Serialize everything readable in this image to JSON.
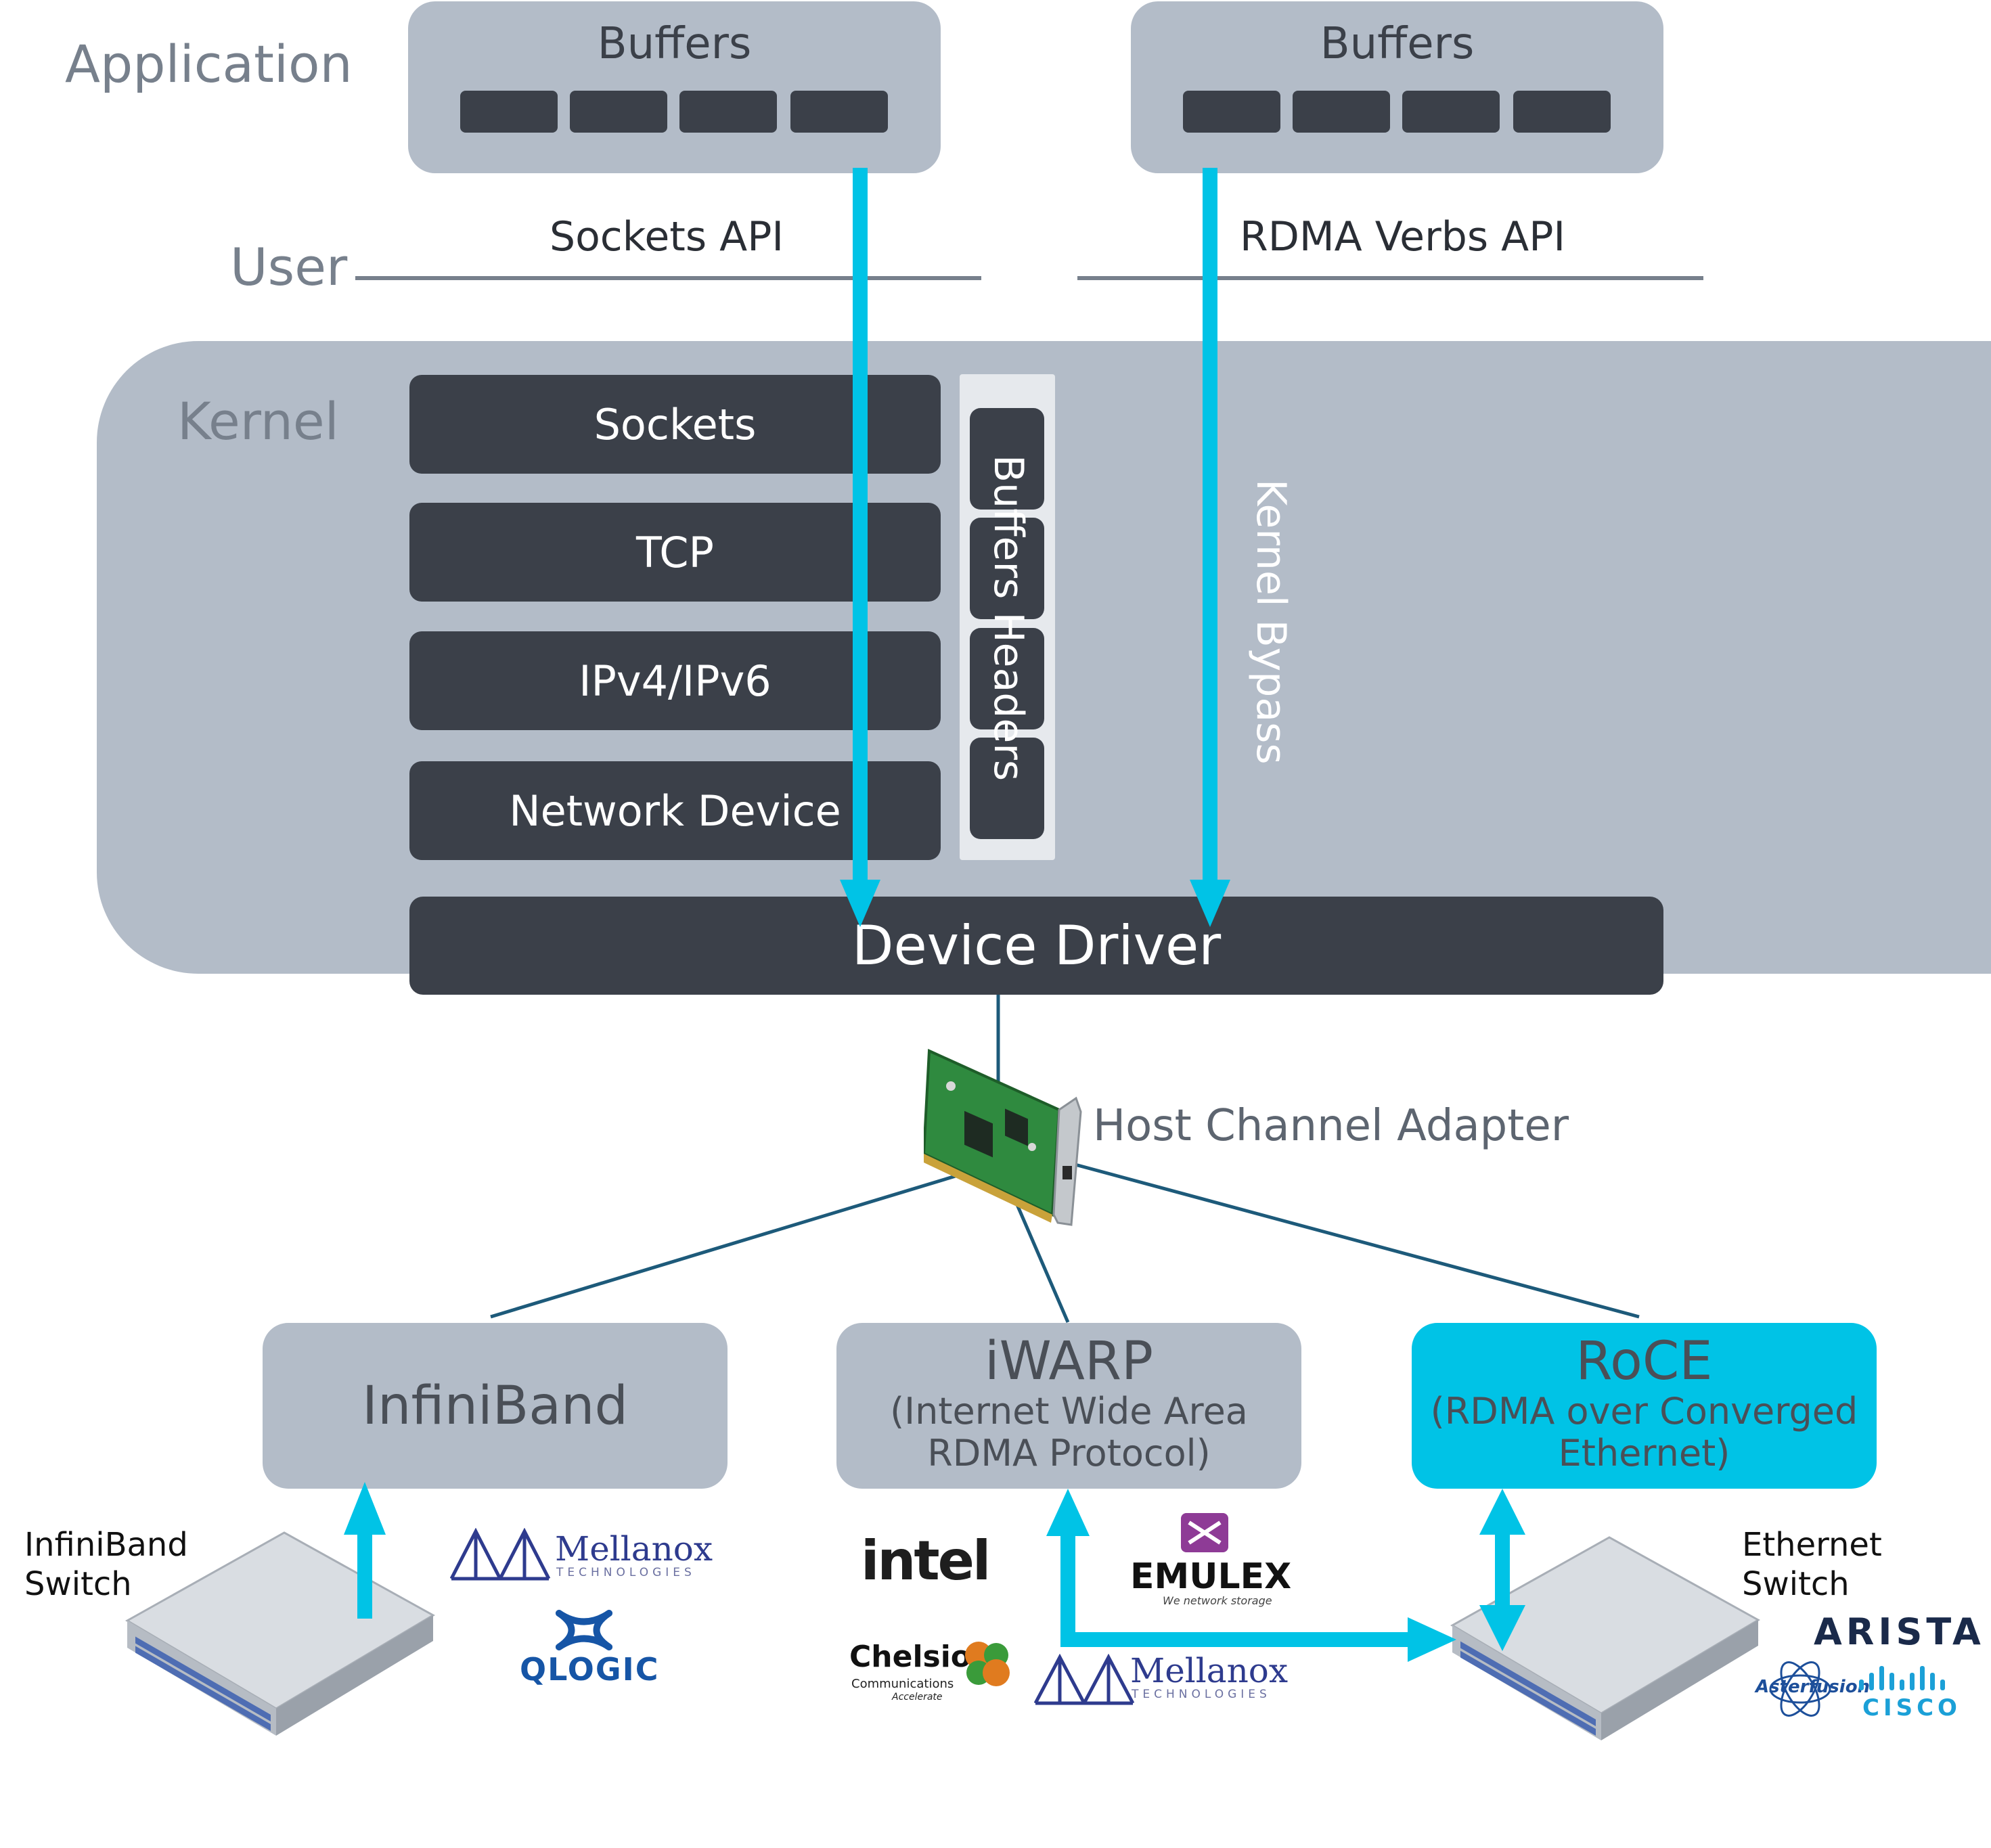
{
  "layers": {
    "application": "Application",
    "user": "User",
    "kernel": "Kernel"
  },
  "app_buffers": [
    {
      "title": "Buffers"
    },
    {
      "title": "Buffers"
    }
  ],
  "apis": {
    "sockets": "Sockets API",
    "rdma": "RDMA Verbs API"
  },
  "stack": {
    "sockets": "Sockets",
    "tcp": "TCP",
    "ip": "IPv4/IPv6",
    "netdev": "Network Device",
    "buffers_headers": "Buffers Headers",
    "bypass": "Kernel Bypass",
    "driver": "Device Driver"
  },
  "hca": "Host Channel Adapter",
  "protocols": {
    "infiniband": {
      "title": "InfiniBand"
    },
    "iwarp": {
      "title": "iWARP",
      "line1": "(Internet Wide Area",
      "line2": "RDMA Protocol)"
    },
    "roce": {
      "title": "RoCE",
      "line1": "(RDMA over Converged",
      "line2": "Ethernet)"
    }
  },
  "switches": {
    "infiniband": [
      "InfiniBand",
      "Switch"
    ],
    "ethernet": [
      "Ethernet",
      "Switch"
    ]
  },
  "vendors": {
    "mellanox": "Mellanox",
    "mellanox_sub": "TECHNOLOGIES",
    "qlogic": "QLOGIC",
    "intel": "intel",
    "emulex": "EMULEX",
    "emulex_sub": "We network storage",
    "chelsio": "Chelsio",
    "chelsio_sub1": "Communications",
    "chelsio_sub2": "Accelerate",
    "arista": "ARISTA",
    "asterfusion": "Asterfusion",
    "cisco": "CISCO"
  },
  "colors": {
    "panel": "#b3bcc8",
    "dark": "#3b4049",
    "accent": "#00c3e6",
    "link": "#1d5a7a"
  }
}
